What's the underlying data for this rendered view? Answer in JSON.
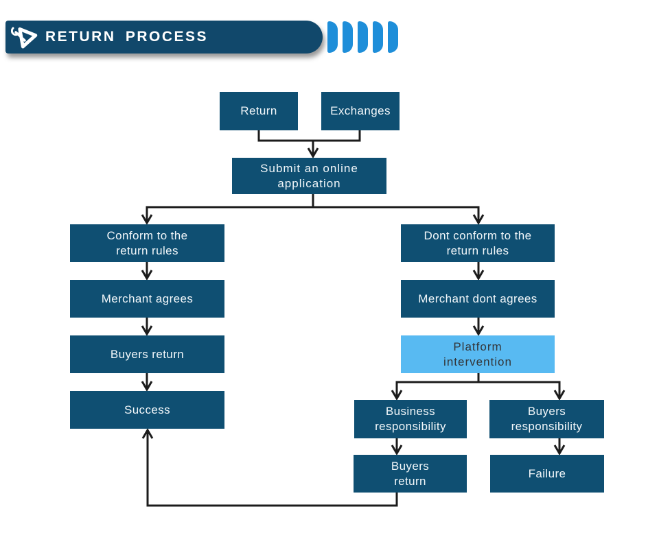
{
  "header": {
    "title": "RETURN PROCESS",
    "logo_icon": "wrench-play-icon",
    "banner_color": "#11486B",
    "chevron_color": "#1E8ED9",
    "chevron_count": 5
  },
  "flowchart": {
    "node_color": "#0F4F72",
    "highlight_color": "#58BAF2",
    "line_color": "#1C1C1C",
    "nodes": {
      "return": {
        "label": "Return"
      },
      "exchanges": {
        "label": "Exchanges"
      },
      "submit": {
        "label": "Submit an online\napplication"
      },
      "conform": {
        "label": "Conform to the\nreturn rules"
      },
      "merchant_agrees": {
        "label": "Merchant agrees"
      },
      "buyers_return_left": {
        "label": "Buyers return"
      },
      "success": {
        "label": "Success"
      },
      "dont_conform": {
        "label": "Dont conform to the\nreturn rules"
      },
      "merchant_dont_agrees": {
        "label": "Merchant dont agrees"
      },
      "platform_intervention": {
        "label": "Platform\nintervention"
      },
      "business_responsibility": {
        "label": "Business\nresponsibility"
      },
      "buyers_responsibility": {
        "label": "Buyers\nresponsibility"
      },
      "buyers_return_right": {
        "label": "Buyers\nreturn"
      },
      "failure": {
        "label": "Failure"
      }
    },
    "edges": [
      {
        "from": "return",
        "to": "submit"
      },
      {
        "from": "exchanges",
        "to": "submit"
      },
      {
        "from": "submit",
        "to": "conform"
      },
      {
        "from": "submit",
        "to": "dont_conform"
      },
      {
        "from": "conform",
        "to": "merchant_agrees"
      },
      {
        "from": "merchant_agrees",
        "to": "buyers_return_left"
      },
      {
        "from": "buyers_return_left",
        "to": "success"
      },
      {
        "from": "dont_conform",
        "to": "merchant_dont_agrees"
      },
      {
        "from": "merchant_dont_agrees",
        "to": "platform_intervention"
      },
      {
        "from": "platform_intervention",
        "to": "business_responsibility"
      },
      {
        "from": "platform_intervention",
        "to": "buyers_responsibility"
      },
      {
        "from": "business_responsibility",
        "to": "buyers_return_right"
      },
      {
        "from": "buyers_responsibility",
        "to": "failure"
      },
      {
        "from": "buyers_return_right",
        "to": "success"
      }
    ]
  }
}
